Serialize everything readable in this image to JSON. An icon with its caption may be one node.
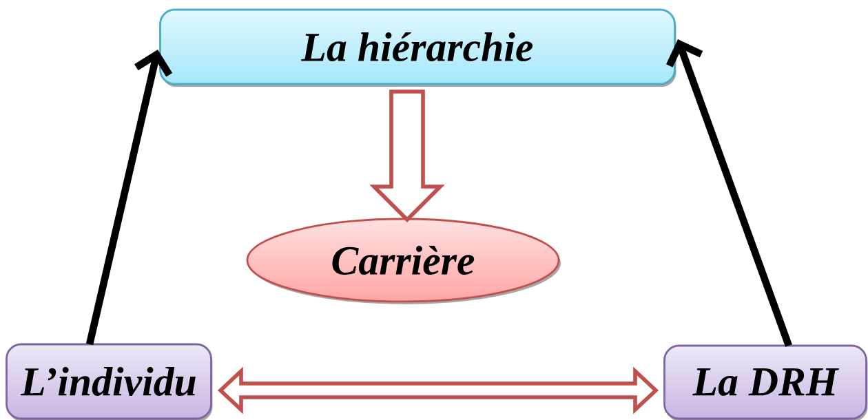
{
  "diagram": {
    "nodes": [
      {
        "text": [
          "La hiérarchie"
        ]
      },
      {
        "text": [
          "Carrière"
        ]
      },
      {
        "text": [
          "L’individu"
        ]
      },
      {
        "text": [
          "La DRH"
        ]
      }
    ],
    "edges": [
      {
        "from": 2,
        "to": 0,
        "arrow": "to"
      },
      {
        "from": 3,
        "to": 0,
        "arrow": "to"
      },
      {
        "from": 0,
        "to": 1,
        "arrow": "to",
        "color": "#c0504d"
      },
      {
        "from": 2,
        "to": 3,
        "arrow": "both",
        "color": "#c0504d"
      }
    ]
  }
}
